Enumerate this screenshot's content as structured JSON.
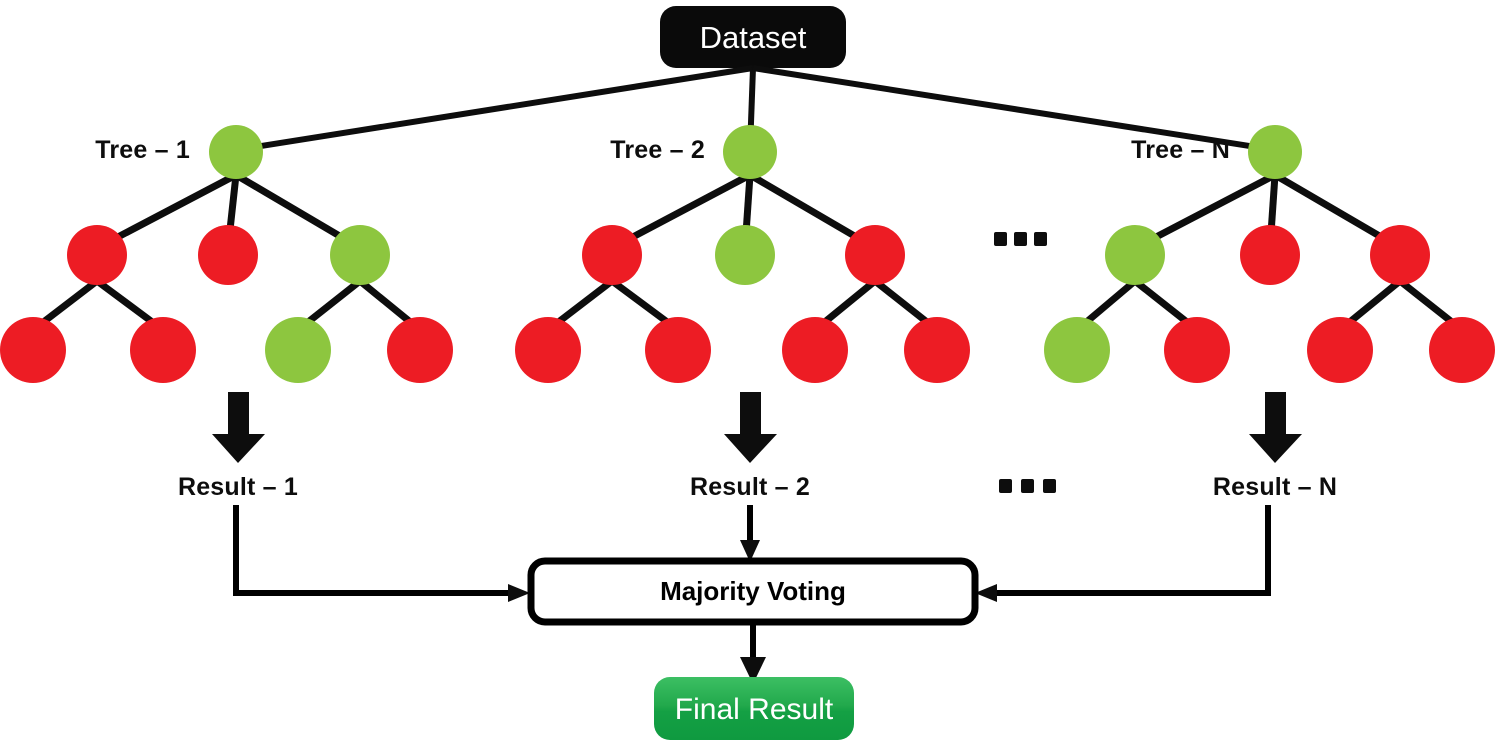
{
  "diagram": {
    "title_node": {
      "label": "Dataset",
      "fill": "#0a0a0a",
      "text_color": "#ffffff"
    },
    "vote_node": {
      "label": "Majority Voting",
      "fill": "#ffffff",
      "stroke": "#000000"
    },
    "final_node": {
      "label": "Final Result",
      "fill": "#1faa4e",
      "text_color": "#ffffff"
    },
    "ellipsis": {
      "char": "•",
      "count": 3
    },
    "colors": {
      "green_node": "#8dc63f",
      "red_node": "#ed1c24",
      "line": "#0d0d0d",
      "final_green": "#1faa4e",
      "dataset_black": "#0a0a0a"
    },
    "trees": [
      {
        "label": "Tree – 1",
        "root_color": "green",
        "level2": [
          "red",
          "red",
          "green"
        ],
        "level3": [
          "red",
          "red",
          "green",
          "red"
        ],
        "result_label": "Result – 1"
      },
      {
        "label": "Tree – 2",
        "root_color": "green",
        "level2": [
          "red",
          "green",
          "red"
        ],
        "level3": [
          "red",
          "red",
          "red",
          "red"
        ],
        "result_label": "Result – 2"
      },
      {
        "label": "Tree – N",
        "root_color": "green",
        "level2": [
          "green",
          "red",
          "red"
        ],
        "level3": [
          "green",
          "red",
          "red",
          "red"
        ],
        "result_label": "Result – N"
      }
    ]
  }
}
